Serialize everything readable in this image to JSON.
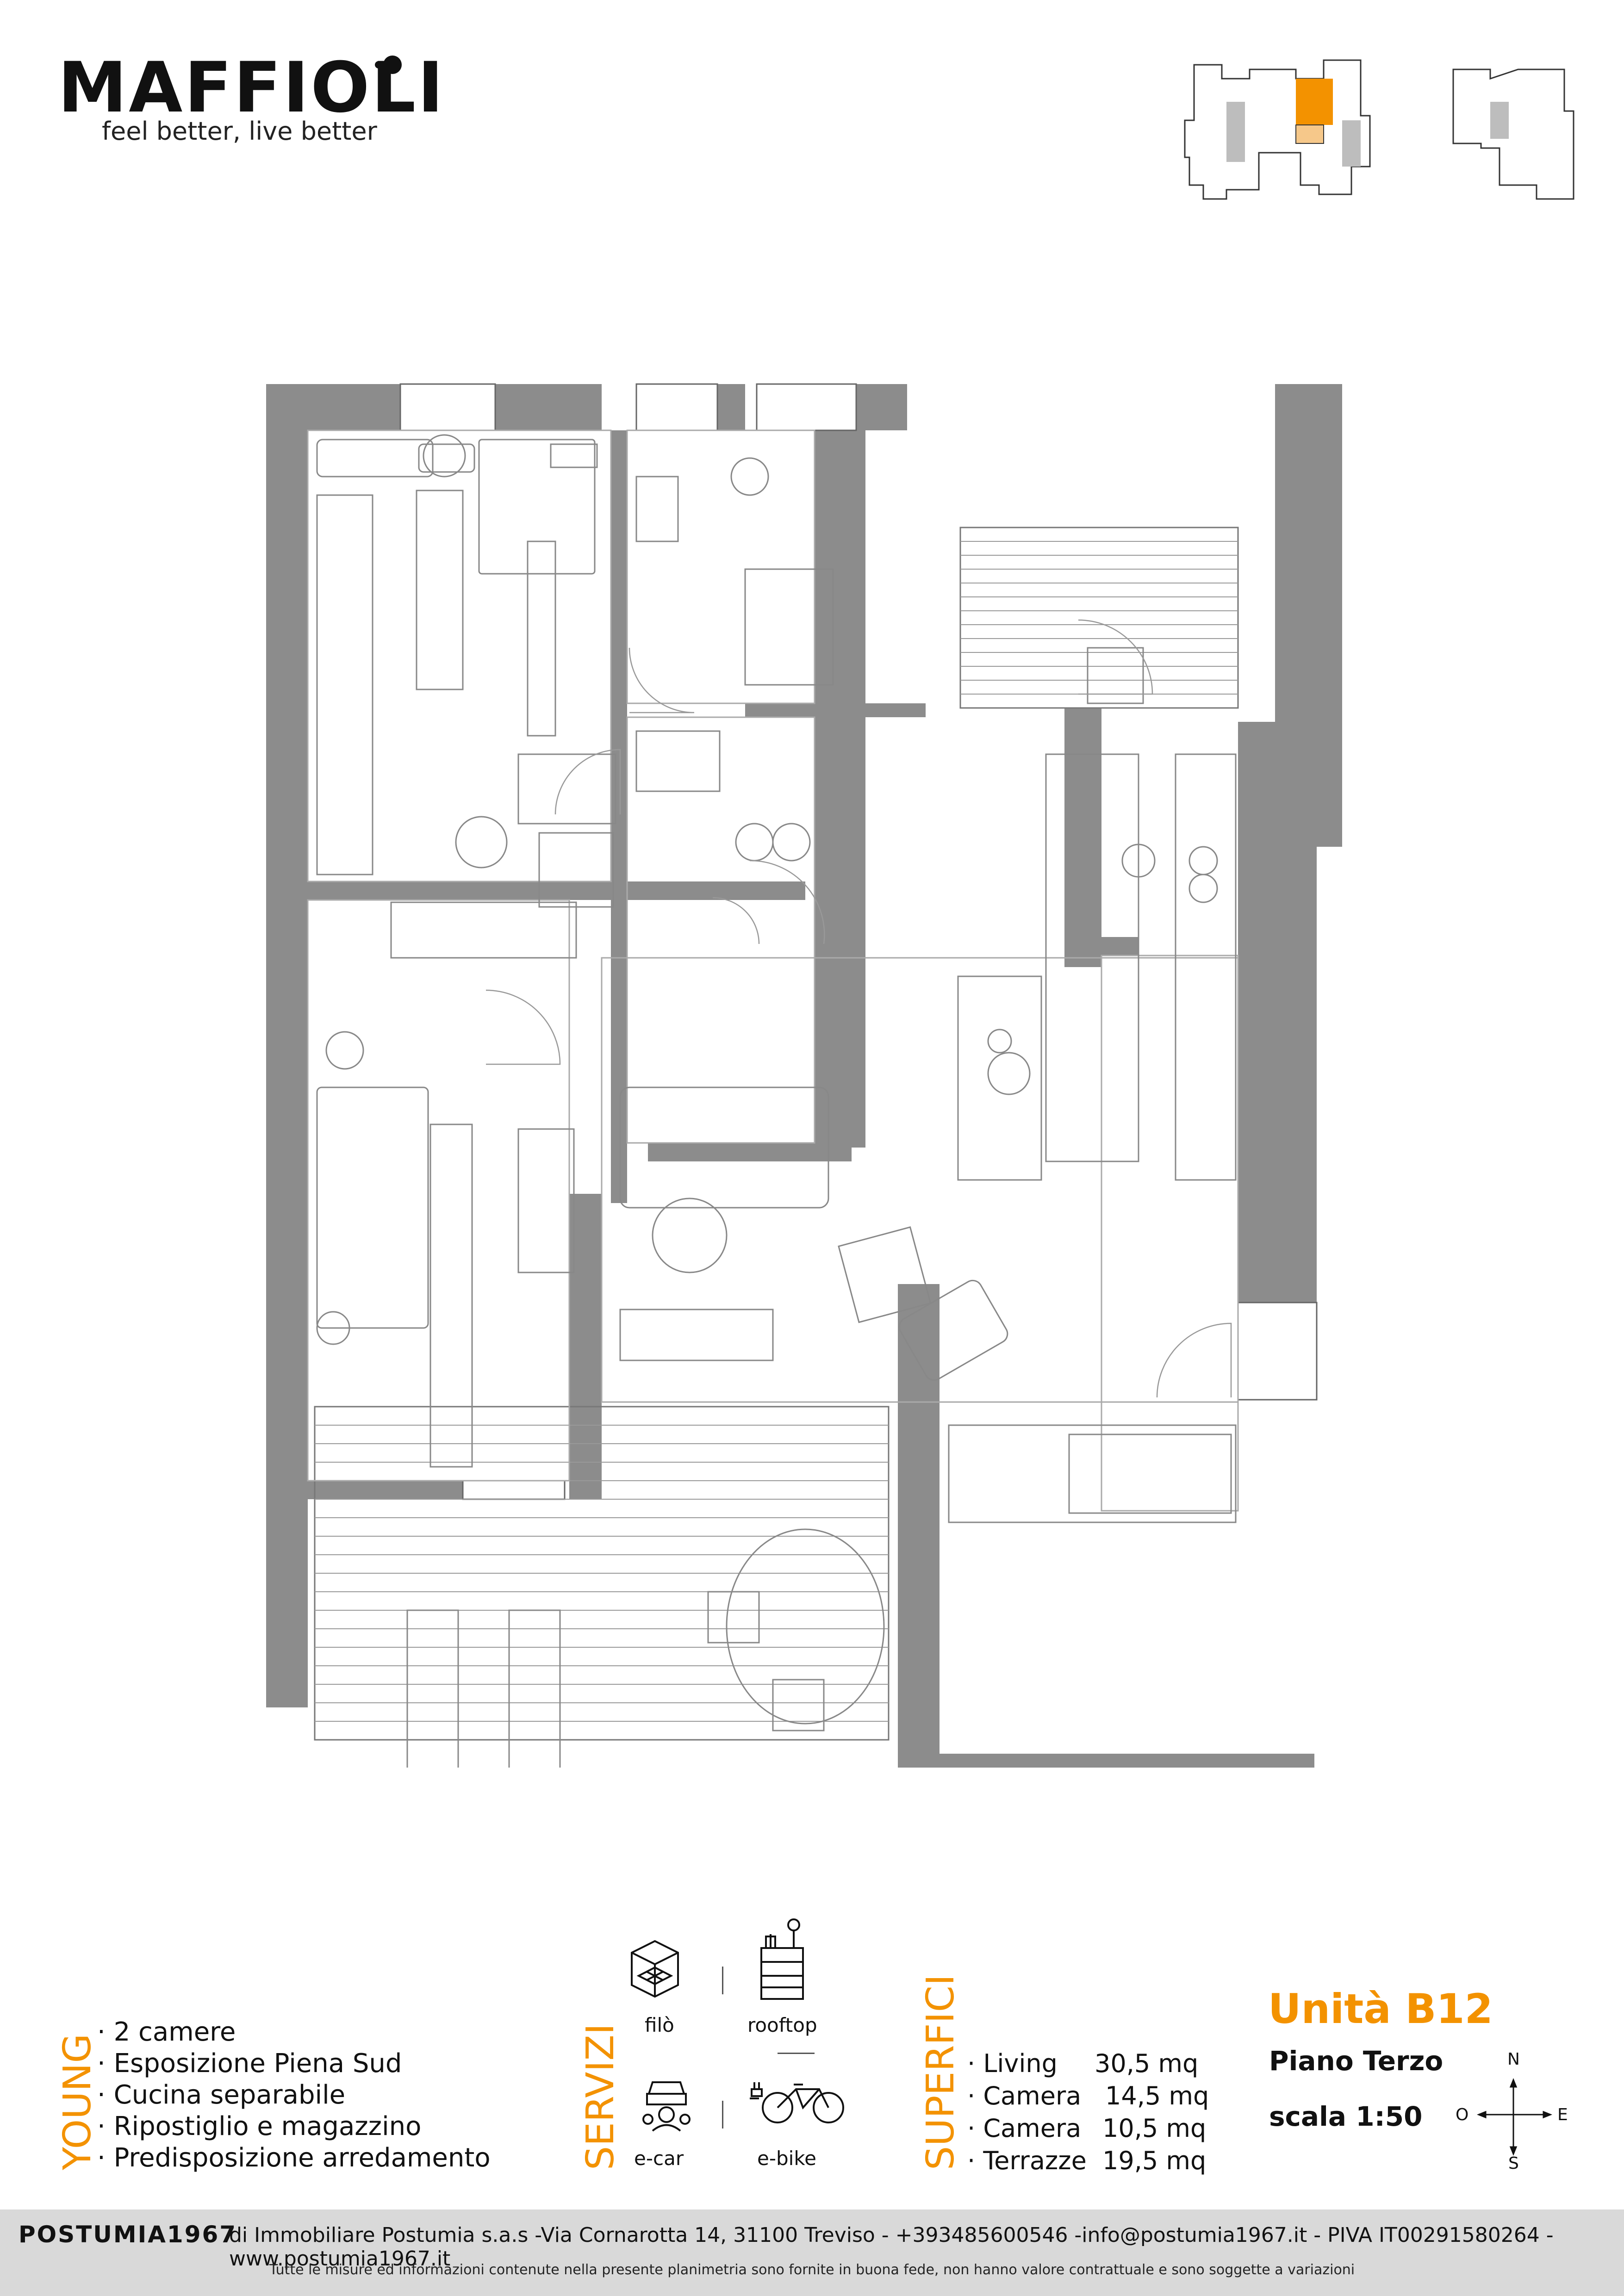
{
  "brand": {
    "name": "MAFFIOLI",
    "tagline": "feel better, live better"
  },
  "plan": {
    "hatch_color": "#8c8c8c",
    "highlight_color": "#f39200"
  },
  "program": {
    "title": "YOUNG",
    "features": [
      "· 2 camere",
      "· Esposizione Piena Sud",
      "· Cucina separabile",
      "· Ripostiglio e magazzino",
      "· Predisposizione arredamento"
    ]
  },
  "services": {
    "title": "SERVIZI",
    "items": [
      {
        "label": "filò",
        "icon": "filo-building-icon"
      },
      {
        "label": "rooftop",
        "icon": "rooftop-icon"
      },
      {
        "label": "e-car",
        "icon": "e-car-icon"
      },
      {
        "label": "e-bike",
        "icon": "e-bike-icon"
      }
    ]
  },
  "surfaces": {
    "title": "SUPERFICI",
    "rows": [
      {
        "name": "· Living",
        "value": "30,5 mq"
      },
      {
        "name": "· Camera",
        "value": "14,5 mq"
      },
      {
        "name": "· Camera",
        "value": "10,5 mq"
      },
      {
        "name": "· Terrazze",
        "value": "19,5 mq"
      }
    ]
  },
  "unit": {
    "title": "Unità B12",
    "floor": "Piano Terzo",
    "scale": "scala 1:50"
  },
  "compass": {
    "n": "N",
    "s": "S",
    "e": "E",
    "o": "O"
  },
  "footer": {
    "brand": "POSTUMIA1967",
    "line": "di Immobiliare Postumia s.a.s -Via Cornarotta 14, 31100 Treviso - +393485600546 -info@postumia1967.it - PIVA IT00291580264 - www.postumia1967.it",
    "disclaimer": "Tutte le misure ed informazioni contenute nella presente planimetria sono fornite in buona fede, non hanno valore contrattuale e sono soggette a variazioni"
  }
}
